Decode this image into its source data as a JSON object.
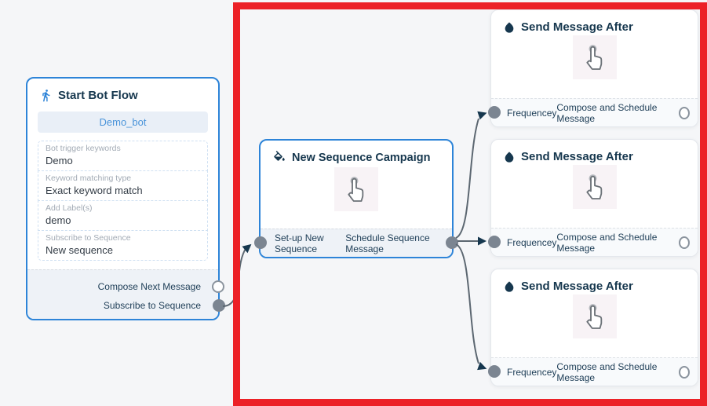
{
  "flow": {
    "start_node": {
      "title": "Start Bot Flow",
      "bot_name": "Demo_bot",
      "fields": [
        {
          "label": "Bot trigger keywords",
          "value": "Demo"
        },
        {
          "label": "Keyword matching type",
          "value": "Exact keyword match"
        },
        {
          "label": "Add Label(s)",
          "value": "demo"
        },
        {
          "label": "Subscribe to Sequence",
          "value": "New sequence"
        }
      ],
      "outputs": [
        {
          "label": "Compose Next Message"
        },
        {
          "label": "Subscribe to Sequence"
        }
      ]
    },
    "campaign_node": {
      "title": "New Sequence Campaign",
      "left_output": "Set-up New Sequence",
      "right_output": "Schedule Sequence Message"
    },
    "message_node": {
      "title": "Send Message After",
      "left_output": "Frequencey",
      "right_output": "Compose and Schedule Message"
    },
    "icons": {
      "start": "walking-person-icon",
      "campaign": "paint-bucket-icon",
      "message": "water-drop-icon",
      "placeholder": "tap-cursor-icon"
    },
    "colors": {
      "node_border_blue": "#2d84d8",
      "title_text": "#16374e",
      "highlight_red": "#ec2127",
      "connector_fill": "#7b8591",
      "wire_stroke": "#5c6771",
      "bot_name_text": "#4a94da"
    }
  }
}
